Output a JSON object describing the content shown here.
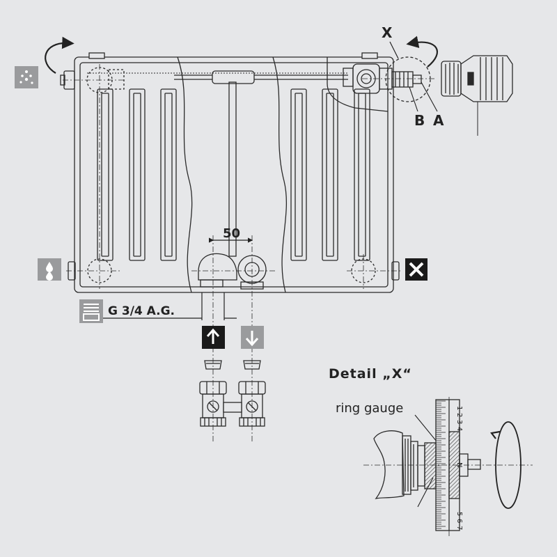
{
  "labels": {
    "detail_marker": "X",
    "label_b": "B",
    "label_a": "A",
    "dimension": "50",
    "thread": "G 3/4 A.G.",
    "detail_title": "Detail „X“",
    "ring_gauge": "ring gauge"
  },
  "gauge_scale": [
    "1",
    "2",
    "3",
    "4",
    "N",
    "5",
    "6",
    "7"
  ],
  "icons": [
    "vent-icon",
    "drain-icon",
    "blocked-icon",
    "thread-icon",
    "flow-up-icon",
    "flow-down-icon"
  ],
  "colors": {
    "background": "#e6e7e9",
    "line": "#2a2a2a",
    "icon_grey": "#9a9b9d",
    "icon_dark": "#1a1a1a"
  }
}
